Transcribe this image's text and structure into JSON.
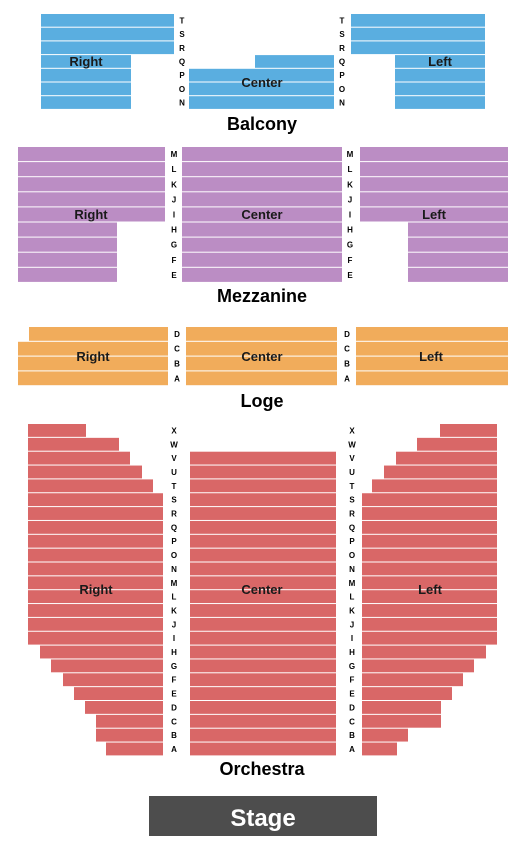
{
  "colors": {
    "balcony": "#5aaee0",
    "mezzanine": "#bb8dc4",
    "loge": "#f1ac5b",
    "orchestra": "#d96767",
    "stage": "#4d4d4d"
  },
  "stage": {
    "label": "Stage"
  },
  "levels": [
    {
      "id": "balcony",
      "label": "Balcony",
      "rows": [
        "T",
        "S",
        "R",
        "Q",
        "P",
        "O",
        "N"
      ],
      "sections": [
        {
          "id": "right",
          "label": "Right"
        },
        {
          "id": "center",
          "label": "Center"
        },
        {
          "id": "left",
          "label": "Left"
        }
      ]
    },
    {
      "id": "mezzanine",
      "label": "Mezzanine",
      "rows": [
        "M",
        "L",
        "K",
        "J",
        "I",
        "H",
        "G",
        "F",
        "E"
      ],
      "sections": [
        {
          "id": "right",
          "label": "Right"
        },
        {
          "id": "center",
          "label": "Center"
        },
        {
          "id": "left",
          "label": "Left"
        }
      ]
    },
    {
      "id": "loge",
      "label": "Loge",
      "rows": [
        "D",
        "C",
        "B",
        "A"
      ],
      "sections": [
        {
          "id": "right",
          "label": "Right"
        },
        {
          "id": "center",
          "label": "Center"
        },
        {
          "id": "left",
          "label": "Left"
        }
      ]
    },
    {
      "id": "orchestra",
      "label": "Orchestra",
      "rows": [
        "X",
        "W",
        "V",
        "U",
        "T",
        "S",
        "R",
        "Q",
        "P",
        "O",
        "N",
        "M",
        "L",
        "K",
        "J",
        "I",
        "H",
        "G",
        "F",
        "E",
        "D",
        "C",
        "B",
        "A"
      ],
      "sections": [
        {
          "id": "right",
          "label": "Right"
        },
        {
          "id": "center",
          "label": "Center"
        },
        {
          "id": "left",
          "label": "Left"
        }
      ]
    }
  ]
}
